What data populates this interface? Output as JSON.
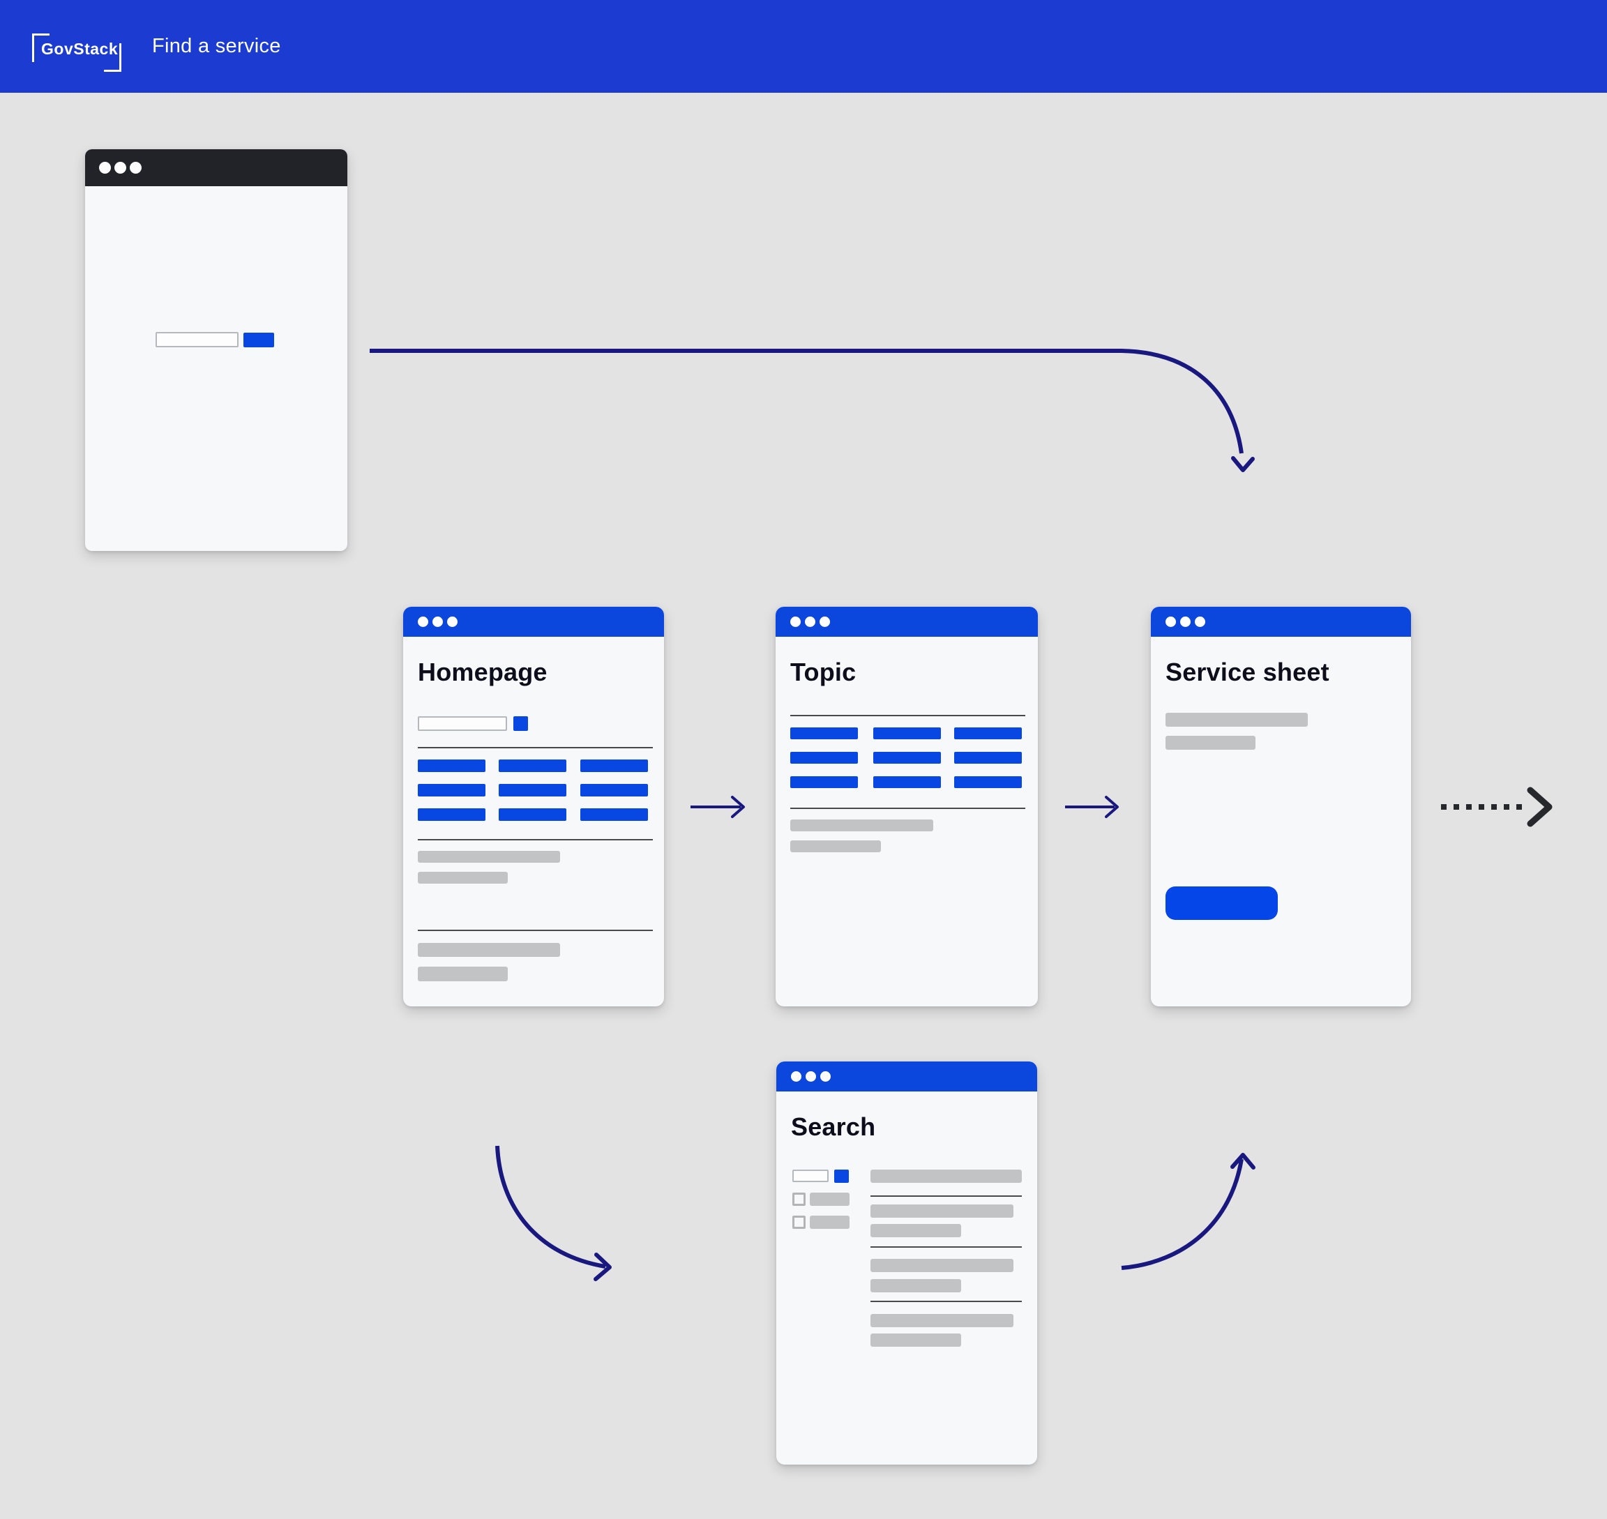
{
  "topbar": {
    "logo": "GovStack",
    "title": "Find a service"
  },
  "windows": {
    "start": {
      "title": "",
      "kind": "blank start screen with search input and button"
    },
    "homepage": {
      "title": "Homepage"
    },
    "topic": {
      "title": "Topic"
    },
    "service_sheet": {
      "title": "Service sheet"
    },
    "search": {
      "title": "Search"
    }
  },
  "flow": {
    "arrows": [
      "start to service-sheet (long curve, down arrowhead)",
      "homepage to topic (straight right)",
      "topic to service-sheet (straight right)",
      "service-sheet onward (dashed right)",
      "homepage to search (curve down-right)",
      "search to service-sheet (curve up-right)"
    ]
  },
  "colors": {
    "topbar_blue": "#1b3bd1",
    "accent_blue": "#0847e2",
    "window_header_blue": "#0b46dd",
    "dark_titlebar": "#212329",
    "arrow_navy": "#18187f",
    "arrow_dark_dashed": "#26282c",
    "placeholder_gray": "#c2c3c5",
    "divider": "#49494b",
    "window_body": "#f7f8fa",
    "canvas_bg": "#e3e3e4"
  }
}
